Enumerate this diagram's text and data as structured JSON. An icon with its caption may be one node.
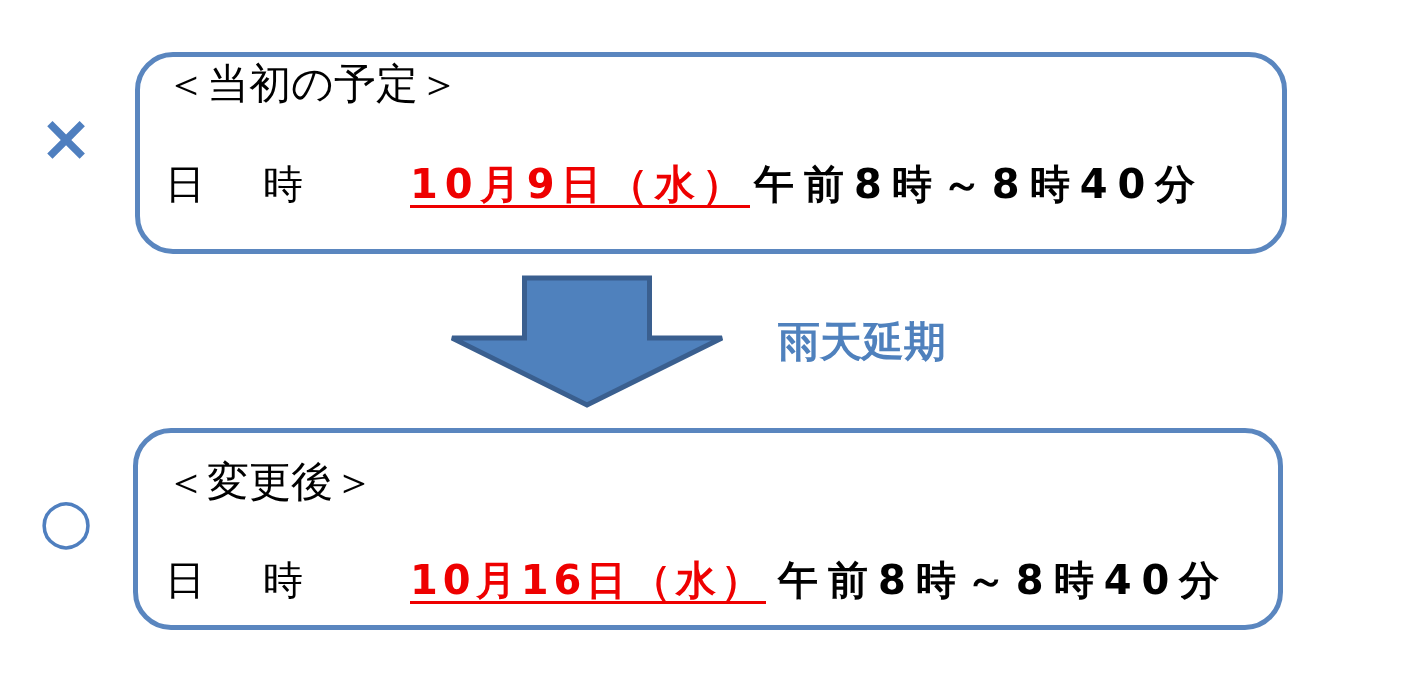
{
  "diagram": {
    "nodes": [
      {
        "text": [
          "＜当初の予定＞",
          "日　時",
          "10月9日（水）",
          "午前8時～8時40分"
        ],
        "beside": [
          "×"
        ]
      },
      {
        "text": [
          "＜変更後＞",
          "日　時",
          "10月16日（水）",
          "午前8時～8時40分"
        ],
        "beside": [
          "○"
        ]
      }
    ],
    "edges": [
      {
        "from": 0,
        "to": 1,
        "arrow": "to",
        "label": "雨天延期"
      }
    ]
  }
}
